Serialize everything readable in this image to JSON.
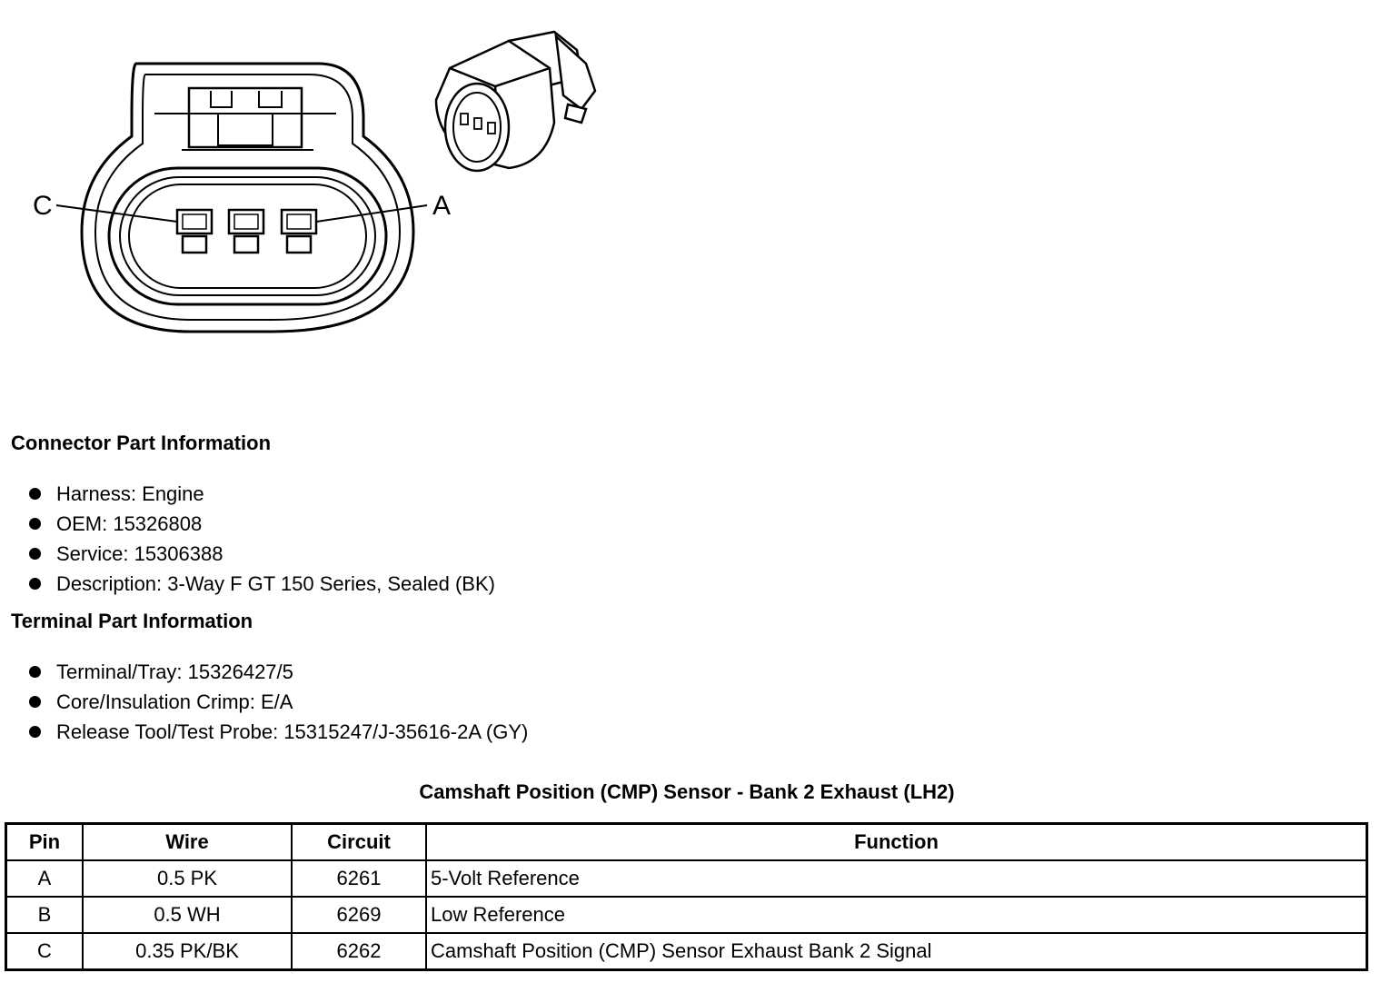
{
  "figure": {
    "pin_labels": {
      "left": "C",
      "right": "A"
    }
  },
  "connector_section": {
    "heading": "Connector Part Information",
    "items": [
      "Harness: Engine",
      "OEM: 15326808",
      "Service: 15306388",
      "Description: 3-Way F GT 150 Series, Sealed (BK)"
    ]
  },
  "terminal_section": {
    "heading": "Terminal Part Information",
    "items": [
      "Terminal/Tray: 15326427/5",
      "Core/Insulation Crimp: E/A",
      "Release Tool/Test Probe: 15315247/J-35616-2A (GY)"
    ]
  },
  "table": {
    "title": "Camshaft Position (CMP) Sensor - Bank 2 Exhaust (LH2)",
    "headers": [
      "Pin",
      "Wire",
      "Circuit",
      "Function"
    ],
    "rows": [
      [
        "A",
        "0.5 PK",
        "6261",
        "5-Volt Reference"
      ],
      [
        "B",
        "0.5 WH",
        "6269",
        "Low Reference"
      ],
      [
        "C",
        "0.35 PK/BK",
        "6262",
        "Camshaft Position (CMP) Sensor Exhaust Bank 2 Signal"
      ]
    ]
  }
}
